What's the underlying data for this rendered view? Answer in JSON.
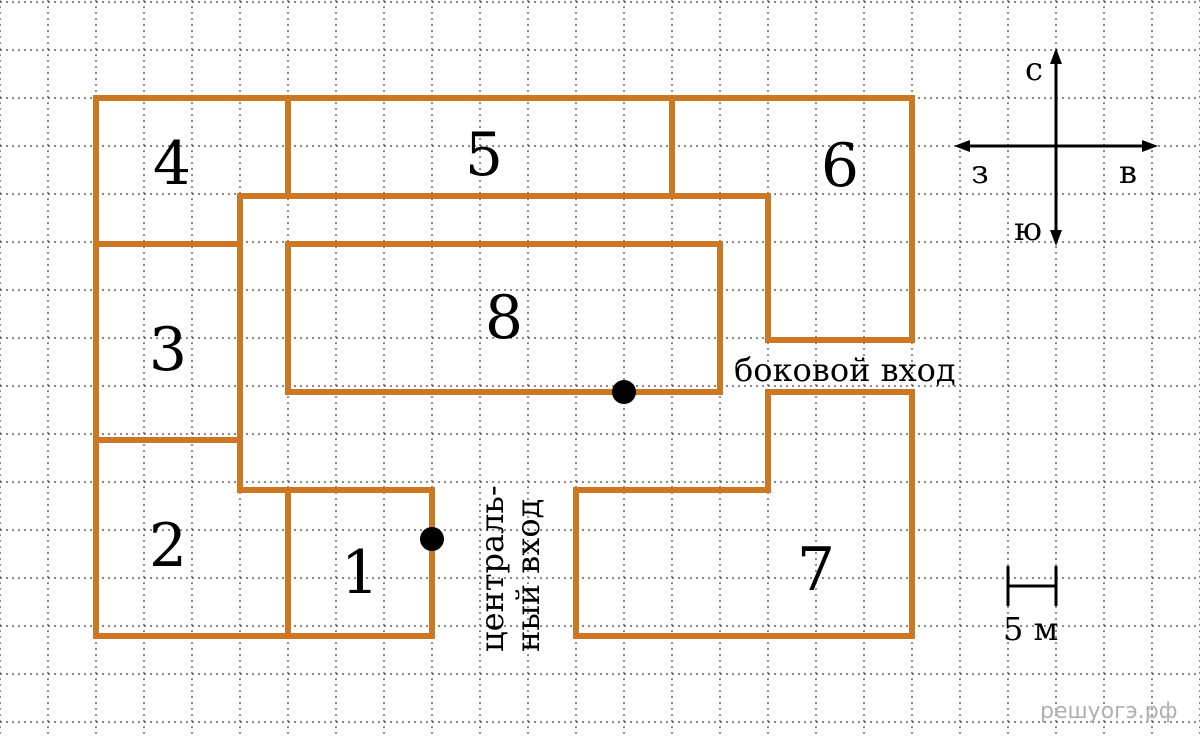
{
  "rooms": [
    {
      "label": "1"
    },
    {
      "label": "2"
    },
    {
      "label": "3"
    },
    {
      "label": "4"
    },
    {
      "label": "5"
    },
    {
      "label": "6"
    },
    {
      "label": "7"
    },
    {
      "label": "8"
    }
  ],
  "entrances": {
    "side": "боковой вход",
    "central_line1": "централь-",
    "central_line2": "ный вход"
  },
  "compass": {
    "north": "с",
    "south": "ю",
    "west": "з",
    "east": "в"
  },
  "scale": {
    "label": "5 м"
  },
  "watermark": "решуогэ.рф",
  "colors": {
    "wall": "#cc7722",
    "grid": "#444444",
    "marker": "#000000"
  }
}
